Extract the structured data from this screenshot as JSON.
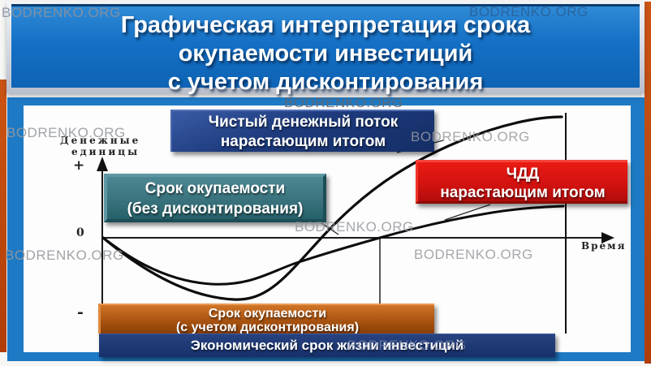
{
  "title": {
    "line1": "Графическая интерпретация срока",
    "line2": "окупаемости инвестиций",
    "line3": "с учетом дисконтирования"
  },
  "watermark_text": "BODRENKO.ORG",
  "axes": {
    "y_label_line1": "Денежные",
    "y_label_line2": "единицы",
    "x_label": "Время",
    "plus": "+",
    "zero": "0",
    "minus": "-"
  },
  "boxes": {
    "net_cash_flow": {
      "line1": "Чистый денежный поток",
      "line2": "нарастающим итогом"
    },
    "npv": {
      "line1": "ЧДД",
      "line2": "нарастающим итогом"
    },
    "payback_simple": {
      "line1": "Срок окупаемости",
      "line2": "(без дисконтирования)"
    },
    "payback_discounted": {
      "line1": "Срок окупаемости",
      "line2": "(с учетом дисконтирования)"
    },
    "economic_life": {
      "label": "Экономический срок жизни инвестиций"
    }
  },
  "chart_data": {
    "type": "line",
    "title": "Графическая интерпретация срока окупаемости инвестиций с учетом дисконтирования",
    "xlabel": "Время",
    "ylabel": "Денежные единицы",
    "series": [
      {
        "name": "Чистый денежный поток нарастающим итогом",
        "shape": "dips below zero deeper, recovers steeply, crosses zero earlier, rises high"
      },
      {
        "name": "ЧДД нарастающим итогом",
        "shape": "dips below zero shallower, recovers slowly, crosses zero later, flattens low"
      }
    ],
    "annotations": [
      "Срок окупаемости (без дисконтирования)",
      "Срок окупаемости (с учетом дисконтирования)",
      "Экономический срок жизни инвестиций"
    ]
  }
}
